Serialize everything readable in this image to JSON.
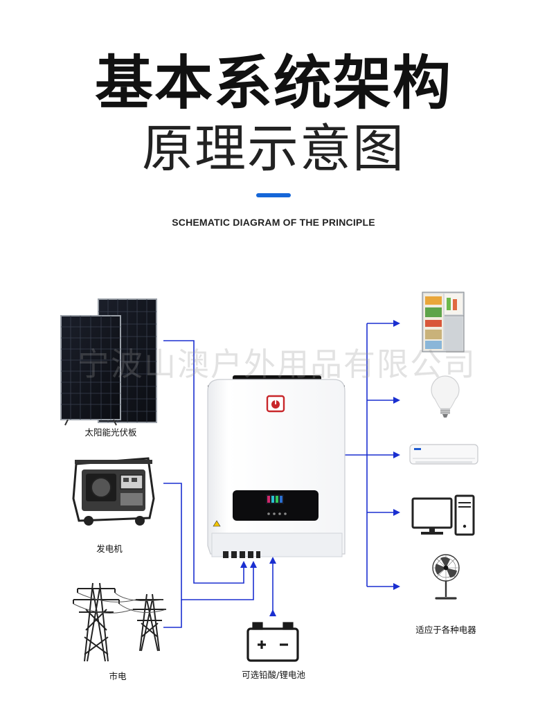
{
  "header": {
    "title": "基本系统架构",
    "subtitle_cn": "原理示意图",
    "subtitle_en": "SCHEMATIC DIAGRAM OF THE PRINCIPLE"
  },
  "watermark": "宁波山澳户外用品有限公司",
  "inputs": {
    "solar_label": "太阳能光伏板",
    "generator_label": "发电机",
    "grid_label": "市电"
  },
  "battery_label": "可选铅酸/锂电池",
  "outputs_label": "适应于各种电器",
  "colors": {
    "accent": "#1566d8",
    "wire": "#1a2fd0",
    "title": "#111111"
  },
  "icons": {
    "inverter": "power-icon",
    "battery": "battery-icon"
  }
}
